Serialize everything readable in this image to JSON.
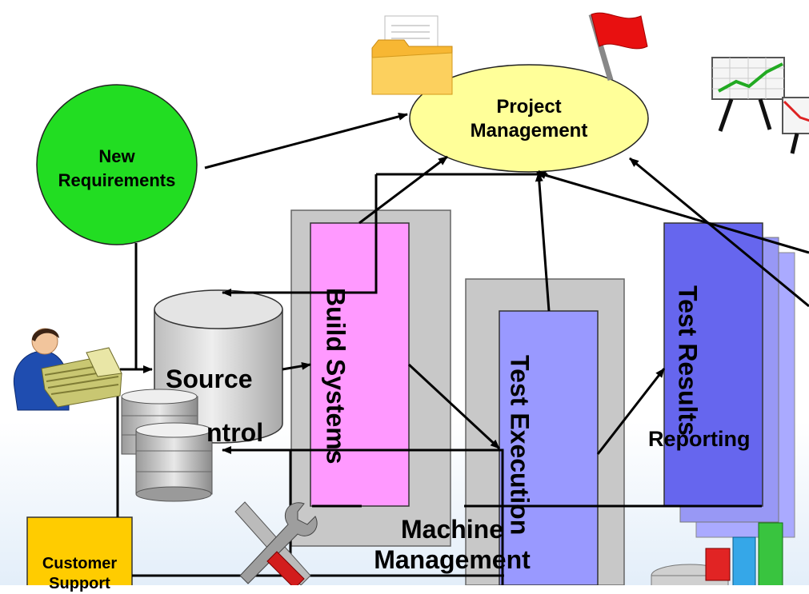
{
  "diagram": {
    "project_management": "Project Management",
    "project_management_lines": [
      "Project",
      "Management"
    ],
    "new_requirements_lines": [
      "New",
      "Requirements"
    ],
    "source_control_line1": "Source",
    "source_control_line2": "ntrol",
    "build_systems_lines": [
      "Build",
      "Systems"
    ],
    "test_execution_lines": [
      "Test",
      "Execution"
    ],
    "test_results_lines": [
      "Test",
      "Results"
    ],
    "reporting": "Reporting",
    "machine_management_lines": [
      "Machine",
      "Management"
    ],
    "customer_support_lines": [
      "Customer",
      "Support"
    ]
  },
  "colors": {
    "project_management_fill": "#ffff99",
    "new_requirements_fill": "#22dd22",
    "build_systems_fill": "#ff99ff",
    "test_execution_fill": "#9999ff",
    "test_results_fill": "#6666ee",
    "test_results_back": "#aaaaff",
    "machine_frame": "#c8c8c8",
    "source_control_fill": "#d6d6d6",
    "customer_support_fill": "#ffcc00",
    "flag": "#e81010",
    "folder": "#f7b733"
  },
  "icons": [
    "folder-icon",
    "flag-icon",
    "growth-chart-icon",
    "person-icon",
    "database-stack-icon",
    "tools-icon",
    "bar-chart-icon"
  ]
}
